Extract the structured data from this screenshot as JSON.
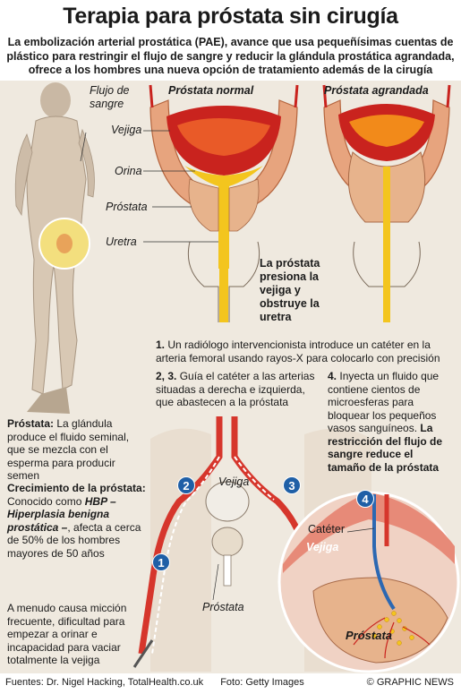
{
  "header": {
    "title": "Terapia para próstata sin cirugía",
    "subtitle": "La embolización arterial prostática (PAE), avance que usa pequeñísimas cuentas de plástico para restringir el flujo de sangre y reducir la glándula prostática agrandada, ofrece a los hombres una nueva opción de tratamiento además de la cirugía"
  },
  "anatomy_labels": {
    "blood_flow": "Flujo de sangre",
    "bladder": "Vejiga",
    "urine": "Orina",
    "prostate": "Próstata",
    "urethra": "Uretra"
  },
  "panels": {
    "normal": "Próstata normal",
    "enlarged": "Próstata agrandada",
    "compress_note": "La próstata presiona la vejiga y obstruye la uretra"
  },
  "steps": {
    "step1_num": "1.",
    "step1": "Un radiólogo intervencionista introduce un catéter en la arteria femoral usando rayos-X para colocarlo con precisión",
    "step23_num": "2, 3.",
    "step23": "Guía el catéter a las arterias situadas a derecha e izquierda, que abastecen a la próstata",
    "step4_num": "4.",
    "step4": "Inyecta un fluido que contiene cientos de microesferas para bloquear los pequeños vasos sanguíneos.",
    "step4_bold": "La restricción del flujo de sangre reduce el tamaño de la próstata"
  },
  "sidebar": {
    "prostate_term": "Próstata:",
    "prostate_def": "La glándula produce el fluido seminal, que se mezcla con el esperma para producir semen",
    "growth_heading": "Crecimiento de la próstata:",
    "growth_known": "Conocido como",
    "growth_bph": "HBP – Hiperplasia benigna prostática –",
    "growth_rest": ", afecta a cerca de 50% de los hombres mayores de 50 años",
    "symptoms": "A menudo causa micción frecuente, dificultad para empezar a orinar e incapacidad para vaciar totalmente la vejiga"
  },
  "diagram_labels": {
    "bladder": "Vejiga",
    "prostate": "Próstata",
    "catheter": "Catéter",
    "zoom_bladder": "Vejiga",
    "zoom_prostate": "Próstata",
    "n1": "1",
    "n2": "2",
    "n3": "3",
    "n4": "4"
  },
  "footer": {
    "sources": "Fuentes: Dr. Nigel Hacking, TotalHealth.co.uk",
    "photo": "Foto: Getty Images",
    "brand": "© GRAPHIC NEWS"
  },
  "colors": {
    "panel": "#efe9df",
    "artery": "#d6362c",
    "bladder_tissue": "#e7a47e",
    "urine": "#f3c51e",
    "badge": "#1f5fa6"
  }
}
